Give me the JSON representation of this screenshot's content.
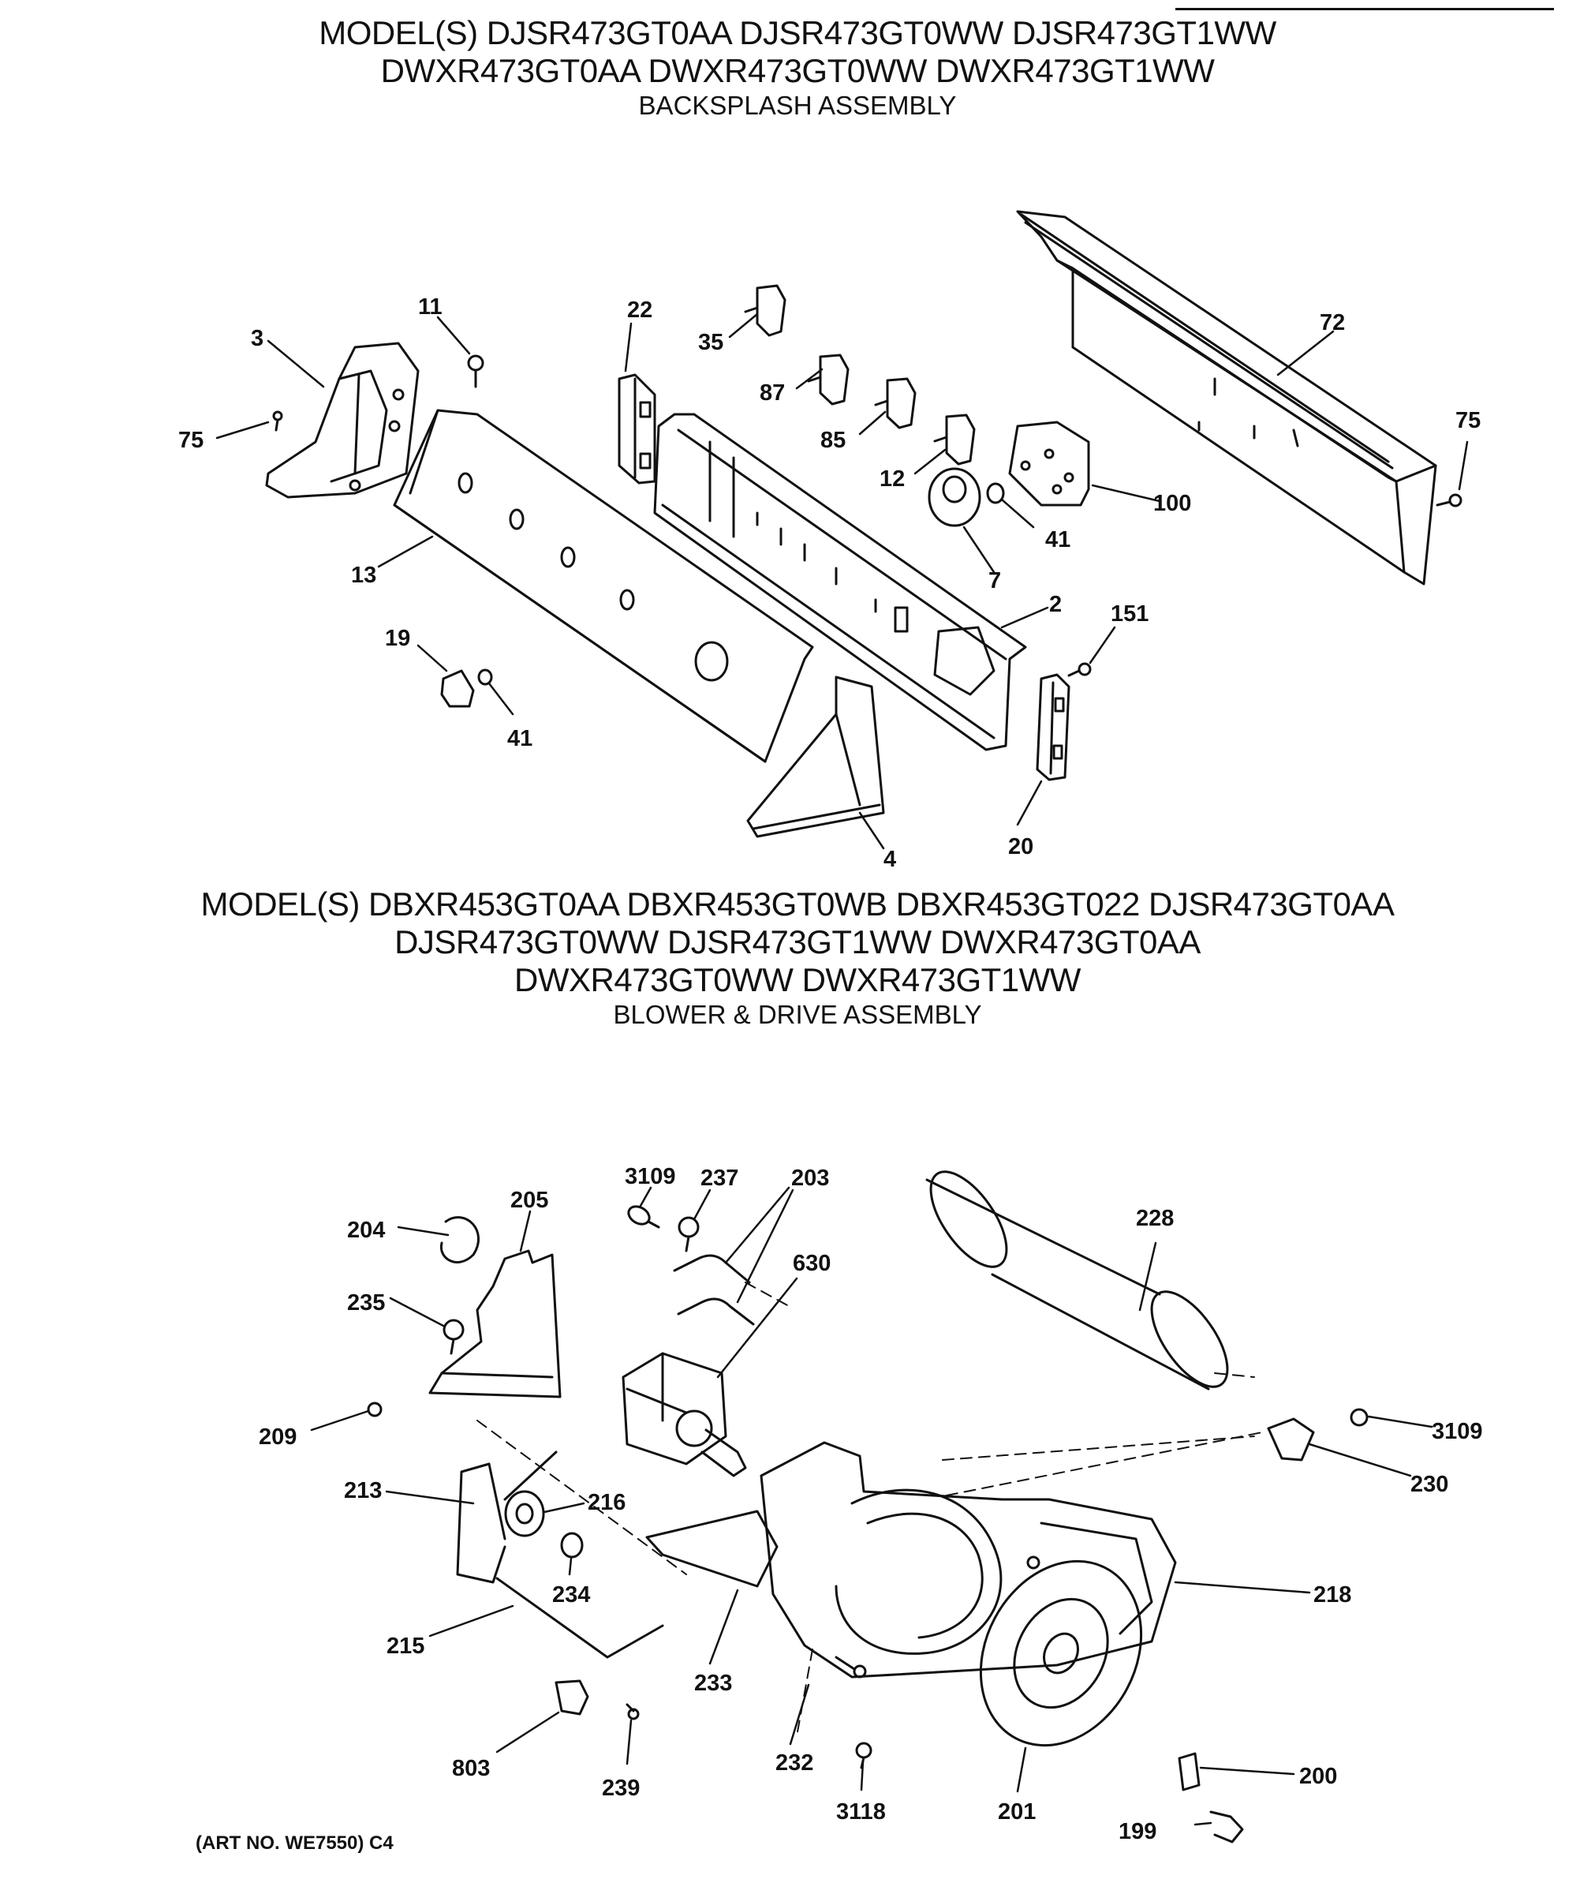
{
  "backsplash": {
    "model_lines": [
      "MODEL(S) DJSR473GT0AA DJSR473GT0WW DJSR473GT1WW",
      "DWXR473GT0AA DWXR473GT0WW DWXR473GT1WW"
    ],
    "subtitle": "BACKSPLASH ASSEMBLY",
    "callouts": [
      "11",
      "22",
      "35",
      "72",
      "3",
      "87",
      "75",
      "85",
      "75",
      "12",
      "100",
      "41",
      "13",
      "7",
      "2",
      "151",
      "19",
      "41",
      "4",
      "20"
    ]
  },
  "blower": {
    "model_lines": [
      "MODEL(S) DBXR453GT0AA DBXR453GT0WB DBXR453GT022 DJSR473GT0AA",
      "DJSR473GT0WW DJSR473GT1WW DWXR473GT0AA",
      "DWXR473GT0WW DWXR473GT1WW"
    ],
    "subtitle": "BLOWER & DRIVE ASSEMBLY",
    "callouts": [
      "3109",
      "237",
      "203",
      "205",
      "228",
      "204",
      "630",
      "235",
      "209",
      "3109",
      "230",
      "213",
      "216",
      "234",
      "218",
      "215",
      "233",
      "803",
      "239",
      "232",
      "3118",
      "201",
      "200",
      "199"
    ]
  },
  "footer": {
    "art_no": "(ART NO. WE7550) C4"
  }
}
